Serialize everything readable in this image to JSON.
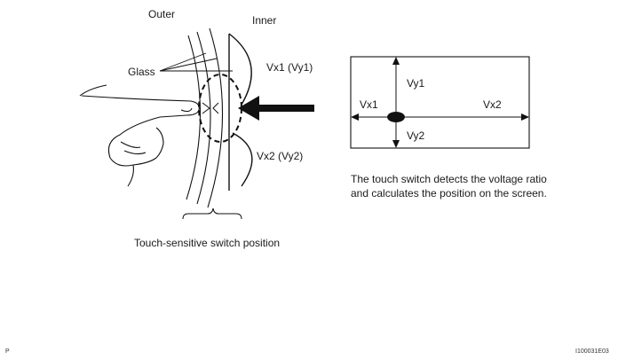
{
  "labels": {
    "outer": "Outer",
    "inner": "Inner",
    "glass": "Glass",
    "vx1_vy1": "Vx1 (Vy1)",
    "vx2_vy2": "Vx2 (Vy2)",
    "position_caption": "Touch-sensitive switch position"
  },
  "screen_diagram": {
    "vy1": "Vy1",
    "vy2": "Vy2",
    "vx1": "Vx1",
    "vx2": "Vx2"
  },
  "description": {
    "line1": "The touch switch detects the voltage ratio",
    "line2": "and calculates the position on the screen."
  },
  "footer": {
    "left_mark": "P",
    "figure_code": "I100031E03"
  }
}
